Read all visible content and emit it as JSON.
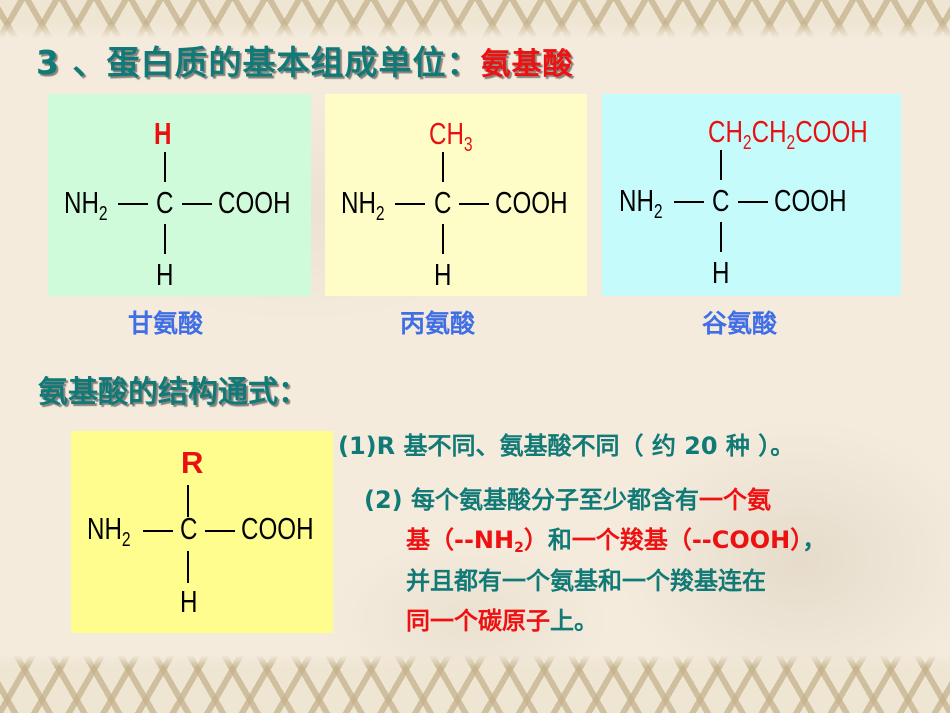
{
  "slide": {
    "title": {
      "prefix": "3 、蛋白质的基本组成单位：",
      "highlight": "氨基酸"
    },
    "examples": [
      {
        "name": "甘氨酸",
        "box_color": "#d0fbdb",
        "r_group": "H",
        "left": "NH",
        "left_sub": "2",
        "center": "C",
        "right": "COOH",
        "bottom": "H"
      },
      {
        "name": "丙氨酸",
        "box_color": "#fefdc7",
        "r_group": "CH",
        "r_group_sub": "3",
        "left": "NH",
        "left_sub": "2",
        "center": "C",
        "right": "COOH",
        "bottom": "H"
      },
      {
        "name": "谷氨酸",
        "box_color": "#c6fbfc",
        "r_group_parts": [
          "CH",
          "2",
          "CH",
          "2",
          "COOH"
        ],
        "left": "NH",
        "left_sub": "2",
        "center": "C",
        "right": "COOH",
        "bottom": "H"
      }
    ],
    "general_heading": "氨基酸的结构通式：",
    "general_formula": {
      "box_color": "#fefd8e",
      "r_group": "R",
      "left": "NH",
      "left_sub": "2",
      "center": "C",
      "right": "COOH",
      "bottom": "H"
    },
    "points": {
      "p1": "(1)R 基不同、氨基酸不同（ 约 20 种 ）。",
      "p2": {
        "num": "(2) ",
        "a": "每个氨基酸分子至少都含有",
        "b_red": "一个氨",
        "c_red": "基（--NH",
        "c_sub": "2",
        "d_red": "）",
        "e": "和",
        "f_red": "一个羧基（--COOH）",
        "g": "，",
        "h": "并且都有一个氨基和一个羧基连在",
        "i_red": "同一个碳原子",
        "j": "上。"
      }
    },
    "colors": {
      "title_teal": "#117a78",
      "highlight_red": "#ee1111",
      "label_blue": "#3f6ee6",
      "background": "#f4ebdd"
    }
  }
}
